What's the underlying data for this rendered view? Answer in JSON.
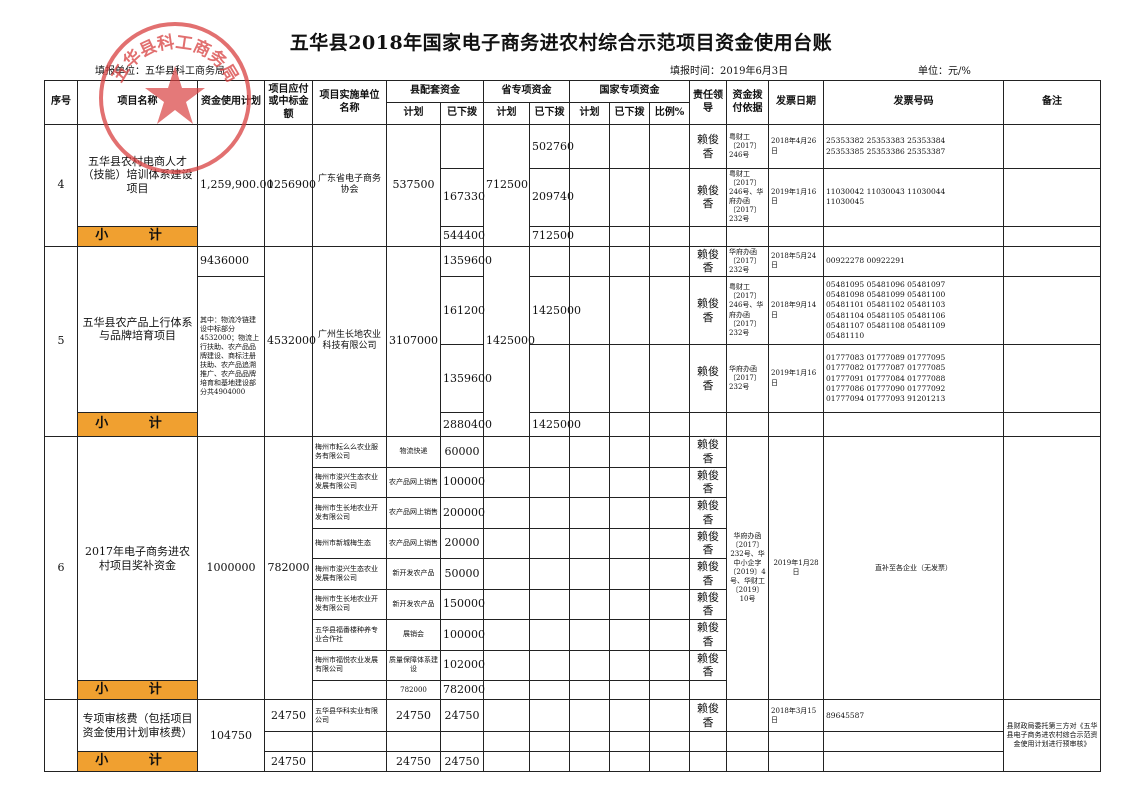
{
  "title": "五华县2018年国家电子商务进农村综合示范项目资金使用台账",
  "header": {
    "filler": "填报单位：五华县科工商务局",
    "date": "填报时间：2019年6月3日",
    "unit": "单位：元/%"
  },
  "stamp": {
    "text": "五华县科工商务局",
    "color": "#d84040"
  },
  "columns": {
    "seq": "序号",
    "name": "项目名称",
    "plan": "资金使用计划",
    "contract": "项目应付或中标金额",
    "impl": "项目实施单位名称",
    "county_group": "县配套资金",
    "province_group": "省专项资金",
    "national_group": "国家专项资金",
    "plan_sub": "计划",
    "paid_sub": "已下拨",
    "ratio_sub": "比例%",
    "resp": "责任领导",
    "basis": "资金拨付依据",
    "inv_date": "发票日期",
    "inv_no": "发票号码",
    "remark": "备注"
  },
  "subtotal_label": "小 计",
  "leader": "赖俊香",
  "p4": {
    "seq": "4",
    "name": "五华县农村电商人才（技能）培训体系建设项目",
    "plan": "1,259,900.00",
    "contract": "1256900",
    "impl": "广东省电子商务协会",
    "county_plan": "537500",
    "prov_plan": "712500",
    "row1_prov_paid": "502760",
    "row1_basis": "粤财工〔2017〕246号",
    "row1_date": "2018年4月26日",
    "row1_inv": "25353382 25353383 25353384\n25353385 25353386 25353387",
    "row2_county_paid": "167330",
    "row2_prov_paid": "209740",
    "row2_basis": "粤财工〔2017〕246号、华府办函〔2017〕232号",
    "row2_date": "2019年1月16日",
    "row2_inv": "11030042 11030043 11030044\n11030045",
    "sub_county_paid": "544400",
    "sub_prov_paid": "712500"
  },
  "p5": {
    "seq": "5",
    "name": "五华县农产品上行体系与品牌培育项目",
    "plan": "9436000",
    "plan_note": "其中：物流冷链建设中标部分4532000；物流上行扶助、农产品品牌建设、商标注册扶助、农产品追溯推广、农产品品牌培育和基地建设部分共4904000",
    "contract": "4532000",
    "impl": "广州生长地农业科技有限公司",
    "county_plan": "3107000",
    "prov_plan": "1425000",
    "row1_county_paid": "1359600",
    "row1_basis": "华府办函〔2017〕232号",
    "row1_date": "2018年5月24日",
    "row1_inv": "00922278 00922291",
    "row2_county_paid": "161200",
    "row2_prov_paid": "1425000",
    "row2_basis": "粤财工〔2017〕246号、华府办函〔2017〕232号",
    "row2_date": "2018年9月14日",
    "row2_inv": "05481095 05481096 05481097\n05481098 05481099 05481100\n05481101 05481102 05481103\n05481104 05481105 05481106\n05481107 05481108 05481109\n05481110",
    "row3_county_paid": "1359600",
    "row3_basis": "华府办函〔2017〕232号",
    "row3_date": "2019年1月16日",
    "row3_inv": "01777083 01777089 01777095\n01777082 01777087 01777085\n01777091 01777084 01777088\n01777086 01777090 01777092\n01777094 01777093 91201213",
    "sub_county_paid": "2880400",
    "sub_prov_paid": "1425000"
  },
  "p6": {
    "seq": "6",
    "name": "2017年电子商务进农村项目奖补资金",
    "plan": "1000000",
    "contract": "782000",
    "rows": [
      {
        "unit": "梅州市耘么么农业服务有限公司",
        "item": "物流快递",
        "paid": "60000"
      },
      {
        "unit": "梅州市浚兴生态农业发展有限公司",
        "item": "农产品网上销售",
        "paid": "100000"
      },
      {
        "unit": "梅州市生长地农业开发有限公司",
        "item": "农产品网上销售",
        "paid": "200000"
      },
      {
        "unit": "梅州市新城梅生态",
        "item": "农产品网上销售",
        "paid": "20000"
      },
      {
        "unit": "梅州市浚兴生态农业发展有限公司",
        "item": "新开发农产品",
        "paid": "50000"
      },
      {
        "unit": "梅州市生长地农业开发有限公司",
        "item": "新开发农产品",
        "paid": "150000"
      },
      {
        "unit": "五华县福番楼种养专业合作社",
        "item": "展销会",
        "paid": "100000"
      },
      {
        "unit": "梅州市福悦农业发展有限公司",
        "item": "质量保障体系建设",
        "paid": "102000"
      }
    ],
    "basis": "华府办函〔2017〕232号、华中小企字〔2019〕4号、华财工〔2019〕10号",
    "date": "2019年1月28日",
    "inv": "直补至各企业（无发票）",
    "sub_item": "782000",
    "sub_paid": "782000"
  },
  "p7": {
    "name": "专项审核费（包括项目资金使用计划审核费）",
    "plan": "104750",
    "contract": "24750",
    "impl": "五华县华科实业有限公司",
    "county_plan": "24750",
    "county_paid": "24750",
    "date": "2018年3月15日",
    "inv": "89645587",
    "remark": "县财政局委托第三方对《五华县电子商务进农村综合示范资金使用计划进行预审核》",
    "sub_contract": "24750",
    "sub_county_plan": "24750",
    "sub_county_paid": "24750"
  }
}
